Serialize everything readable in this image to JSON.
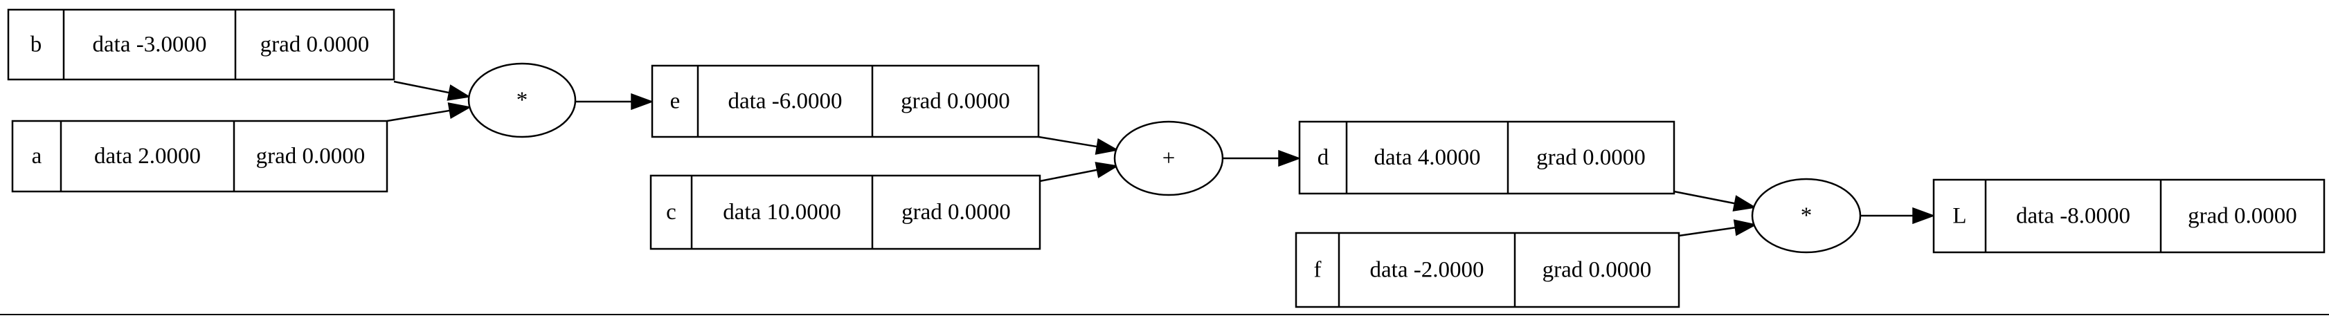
{
  "nodes": [
    {
      "id": "b",
      "label": "b",
      "data": "data -3.0000",
      "grad": "grad 0.0000"
    },
    {
      "id": "a",
      "label": "a",
      "data": "data 2.0000",
      "grad": "grad 0.0000"
    },
    {
      "id": "e",
      "label": "e",
      "data": "data -6.0000",
      "grad": "grad 0.0000"
    },
    {
      "id": "c",
      "label": "c",
      "data": "data 10.0000",
      "grad": "grad 0.0000"
    },
    {
      "id": "d",
      "label": "d",
      "data": "data 4.0000",
      "grad": "grad 0.0000"
    },
    {
      "id": "f",
      "label": "f",
      "data": "data -2.0000",
      "grad": "grad 0.0000"
    },
    {
      "id": "L",
      "label": "L",
      "data": "data -8.0000",
      "grad": "grad 0.0000"
    }
  ],
  "ops": [
    {
      "id": "op1",
      "symbol": "*"
    },
    {
      "id": "op2",
      "symbol": "+"
    },
    {
      "id": "op3",
      "symbol": "*"
    }
  ],
  "edges": [
    {
      "from": "b",
      "to": "op1"
    },
    {
      "from": "a",
      "to": "op1"
    },
    {
      "from": "op1",
      "to": "e"
    },
    {
      "from": "e",
      "to": "op2"
    },
    {
      "from": "c",
      "to": "op2"
    },
    {
      "from": "op2",
      "to": "d"
    },
    {
      "from": "d",
      "to": "op3"
    },
    {
      "from": "f",
      "to": "op3"
    },
    {
      "from": "op3",
      "to": "L"
    }
  ]
}
